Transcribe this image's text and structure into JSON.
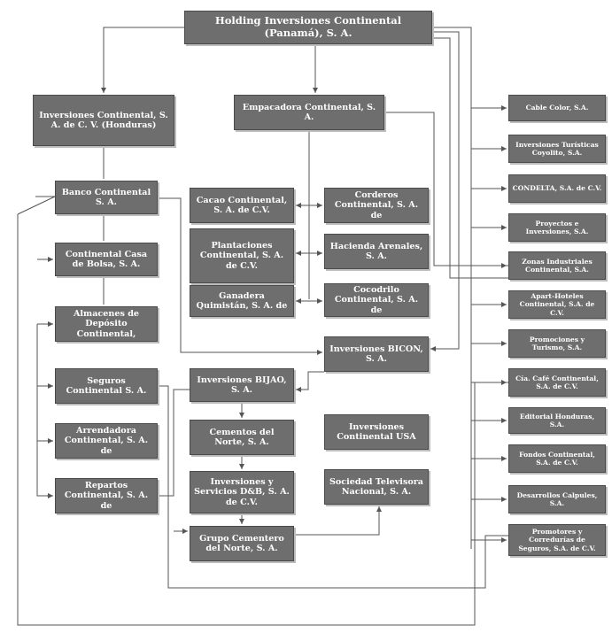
{
  "title": "Holding Inversiones Continental (Panamá), S. A.",
  "colors": {
    "box_fill": "#6e6e6e",
    "box_text": "#ffffff",
    "connector": "#555555",
    "background": "#ffffff"
  },
  "nodes": {
    "holding": "Holding Inversiones Continental (Panamá), S. A.",
    "honduras": "Inversiones Continental, S. A. de C. V. (Honduras)",
    "empacadora": "Empacadora Continental, S. A.",
    "banco": "Banco Continental S. A.",
    "casa_bolsa": "Continental Casa de Bolsa, S. A.",
    "almacenes": "Almacenes de Depósito Continental,",
    "seguros": "Seguros Continental S. A.",
    "arrendadora": "Arrendadora Continental, S. A. de",
    "repartos": "Repartos Continental, S. A. de",
    "cacao": "Cacao Continental, S. A. de C.V.",
    "plantaciones": "Plantaciones Continental, S. A. de C.V.",
    "ganadera": "Ganadera Quimistán, S. A. de",
    "corderos": "Corderos Continental, S. A. de",
    "hacienda": "Hacienda Arenales, S. A.",
    "cocodrilo": "Cocodrilo Continental, S. A. de",
    "bicon": "Inversiones BICON, S. A.",
    "bijao": "Inversiones BIJAO, S. A.",
    "cementos": "Cementos del Norte, S. A.",
    "db": "Inversiones y Servicios D&B, S. A. de C.V.",
    "grupo_cementero": "Grupo Cementero del Norte, S. A.",
    "usa": "Inversiones Continental USA",
    "televisora": "Sociedad Televisora Nacional, S. A.",
    "cable_color": "Cable Color, S.A.",
    "coyolito": "Inversiones Turísticas Coyolito, S.A.",
    "condelta": "CONDELTA, S.A. de C.V.",
    "proyectos": "Proyectos e Inversiones, S.A.",
    "zonas": "Zonas Industriales Continental, S.A.",
    "apart_hoteles": "Apart-Hoteles Continental, S.A. de C.V.",
    "promociones": "Promociones y Turismo, S.A.",
    "cafe": "Cía. Café Continental, S.A. de C.V.",
    "editorial": "Editorial Honduras, S.A.",
    "fondos": "Fondos Continental, S.A. de C.V.",
    "calpules": "Desarrollos Calpules, S.A.",
    "corredurias": "Promotores y Corredurías de Seguros, S.A. de C.V."
  }
}
